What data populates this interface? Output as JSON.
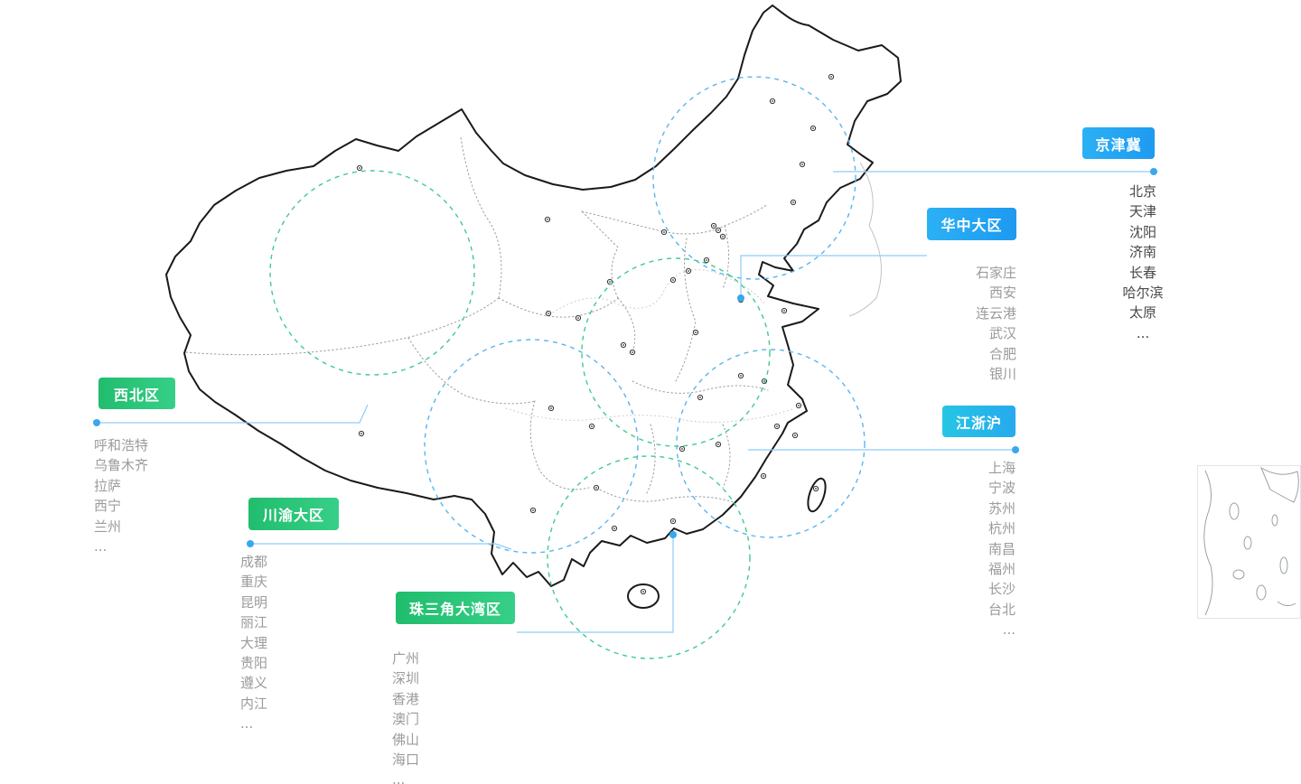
{
  "page": {
    "background": "#ffffff"
  },
  "palette": {
    "badge_blue_start": "#2bb0f5",
    "badge_blue_end": "#1e9af0",
    "badge_cyan_start": "#25c6e4",
    "badge_cyan_end": "#27a9ee",
    "badge_green_start": "#21bd6d",
    "badge_green_end": "#36cf88",
    "connector_line": "#8fccf5",
    "connector_dot": "#38a8ef",
    "circle_blue": "#57b5f0",
    "circle_green": "#3fcb8b",
    "map_outline": "#1a1a1a",
    "city_text": "#9b9b9b",
    "city_text_dark": "#474747"
  },
  "regions": [
    {
      "id": "jingjinji",
      "label": "京津冀",
      "badge": "blue",
      "cities": [
        "北京",
        "天津",
        "沈阳",
        "济南",
        "长春",
        "哈尔滨",
        "太原",
        "..."
      ]
    },
    {
      "id": "huazhong",
      "label": "华中大区",
      "badge": "blue",
      "cities": [
        "石家庄",
        "西安",
        "连云港",
        "武汉",
        "合肥",
        "银川"
      ]
    },
    {
      "id": "xibei",
      "label": "西北区",
      "badge": "green",
      "cities": [
        "呼和浩特",
        "乌鲁木齐",
        "拉萨",
        "西宁",
        "兰州",
        "..."
      ]
    },
    {
      "id": "jiangzhehu",
      "label": "江浙沪",
      "badge": "cyan",
      "cities": [
        "上海",
        "宁波",
        "苏州",
        "杭州",
        "南昌",
        "福州",
        "长沙",
        "台北",
        "..."
      ]
    },
    {
      "id": "chuanyu",
      "label": "川渝大区",
      "badge": "green",
      "cities": [
        "成都",
        "重庆",
        "昆明",
        "丽江",
        "大理",
        "贵阳",
        "遵义",
        "内江",
        "..."
      ]
    },
    {
      "id": "zhusanjiao",
      "label": "珠三角大湾区",
      "badge": "green",
      "cities": [
        "广州",
        "深圳",
        "香港",
        "澳门",
        "佛山",
        "海口",
        "..."
      ]
    }
  ]
}
